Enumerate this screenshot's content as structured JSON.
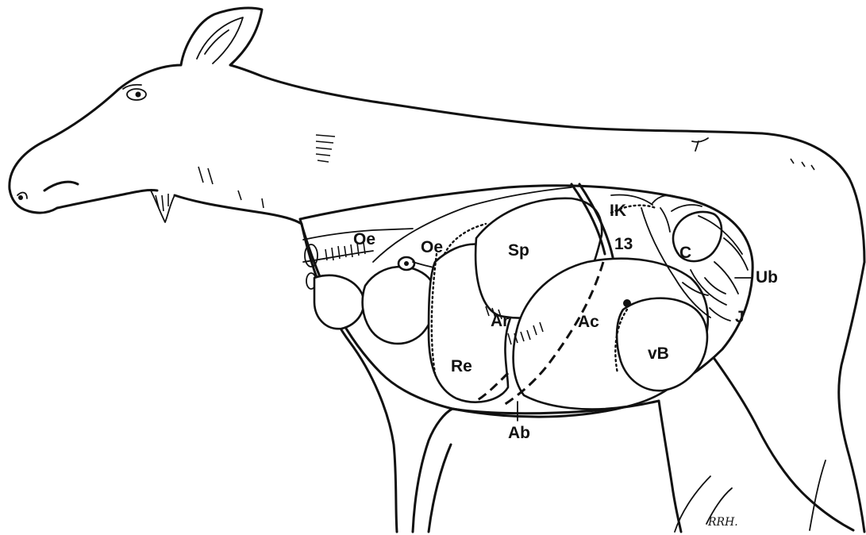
{
  "diagram": {
    "labels": {
      "oe_left": "Oe",
      "oe_right": "Oe",
      "sp": "Sp",
      "ik": "IK",
      "rib13": "13",
      "c": "C",
      "ub": "Ub",
      "j": "J",
      "ar": "Ar",
      "ac": "Ac",
      "re": "Re",
      "vb": "vB",
      "ab": "Ab"
    },
    "signature": "RRH.",
    "colors": {
      "line": "#111111",
      "background": "#ffffff"
    }
  }
}
